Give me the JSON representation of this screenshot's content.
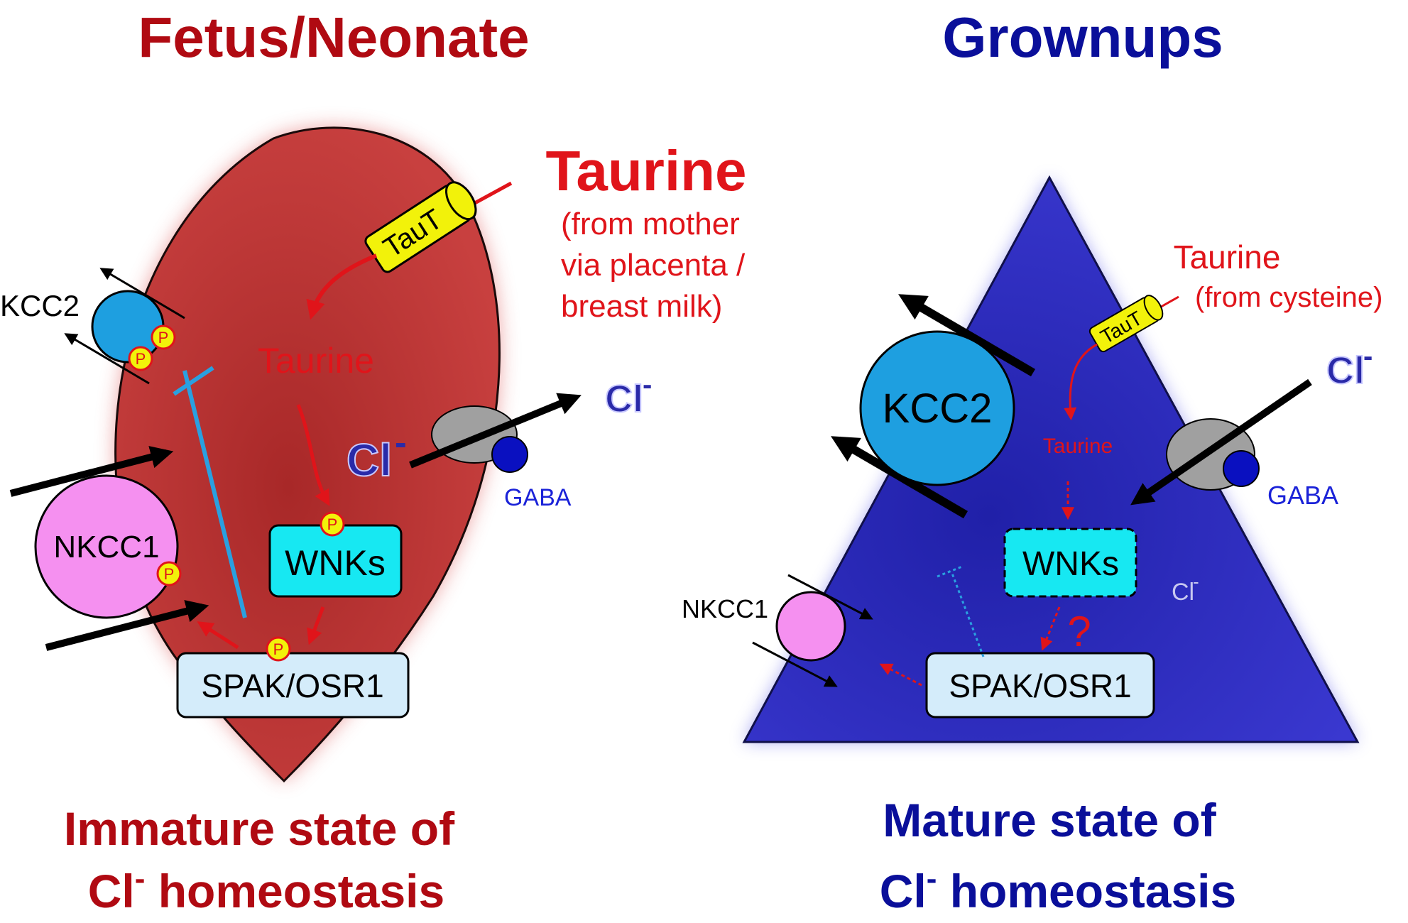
{
  "left": {
    "title": "Fetus/Neonate",
    "caption_line1": "Immature state of",
    "caption_line2_pre": "Cl",
    "caption_line2_sup": "-",
    "caption_line2_post": " homeostasis",
    "taurine_source_title": "Taurine",
    "taurine_source_line1": "(from mother",
    "taurine_source_line2": "via placenta /",
    "taurine_source_line3": "breast milk)",
    "taut_label": "TauT",
    "taurine_inside": "Taurine",
    "kcc2_label": "KCC2",
    "nkcc1_label": "NKCC1",
    "wnks_label": "WNKs",
    "spak_label": "SPAK/OSR1",
    "gaba_label": "GABA",
    "cl_inside": "Cl",
    "cl_inside_sup": "-",
    "cl_outside": "Cl",
    "cl_outside_sup": "-",
    "phospho_label": "P"
  },
  "right": {
    "title": "Grownups",
    "caption_line1": "Mature state of",
    "caption_line2_pre": "Cl",
    "caption_line2_sup": "-",
    "caption_line2_post": " homeostasis",
    "taurine_source_title": "Taurine",
    "taurine_source_line1": "(from cysteine)",
    "taut_label": "TauT",
    "taurine_inside": "Taurine",
    "kcc2_label": "KCC2",
    "nkcc1_label": "NKCC1",
    "wnks_label": "WNKs",
    "spak_label": "SPAK/OSR1",
    "gaba_label": "GABA",
    "question_mark": "?",
    "cl_outside": "Cl",
    "cl_outside_sup": "-",
    "cl_inside": "Cl",
    "cl_inside_sup": "-"
  },
  "colors": {
    "left_title": "#b00a12",
    "right_title": "#0a0f9a",
    "left_cell": "#c0393a",
    "right_cell": "#2828b8",
    "taurine_red": "#e0141a",
    "inhibit_blue": "#2aa0e0",
    "kcc2_fill": "#1e9fe0",
    "nkcc1_fill": "#f590f0",
    "wnks_fill": "#17e8f2",
    "spak_fill": "#d4ecfa",
    "taut_fill": "#f2f20a",
    "phospho_fill": "#f2f20a",
    "gaba_fill": "#0a10c0",
    "gaba_text": "#1a22d8",
    "channel_grey": "#a0a0a0"
  }
}
